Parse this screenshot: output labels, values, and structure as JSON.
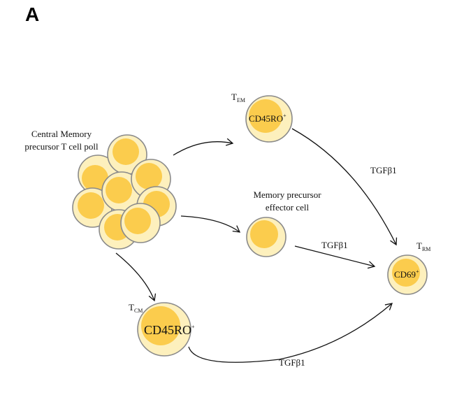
{
  "panel_label": "A",
  "pool_label": {
    "line1": "Central Memory",
    "line2": "precursor T cell poll"
  },
  "tem": {
    "label": "T",
    "sub": "EM",
    "marker": "CD45RO",
    "sup": "+"
  },
  "mpec": {
    "line1": "Memory precursor",
    "line2": "effector cell"
  },
  "tcm": {
    "label": "T",
    "sub": "CM",
    "marker": "CD45RO",
    "sup": "+"
  },
  "trm": {
    "label": "T",
    "sub": "RM",
    "marker": "CD69",
    "sup": "+"
  },
  "edges": {
    "tem_to_trm": "TGFβ1",
    "mpec_to_trm": "TGFβ1",
    "tcm_to_trm": "TGFβ1"
  },
  "colors": {
    "cell_fill": "#fdf0bd",
    "cell_core": "#fbcc4d",
    "cell_border": "#8a8a8a"
  }
}
